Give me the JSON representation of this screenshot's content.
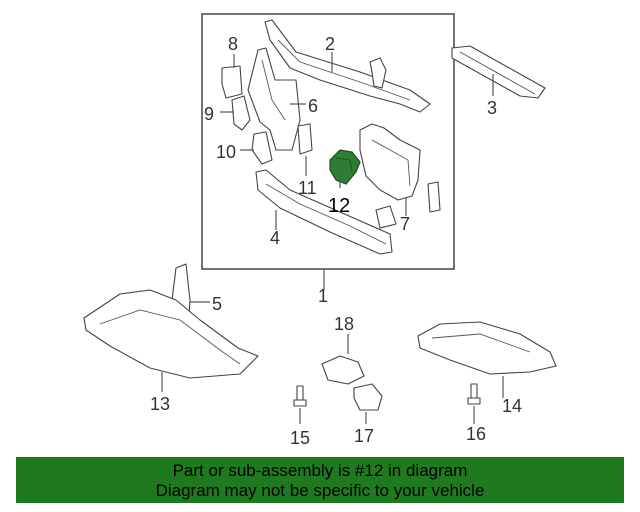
{
  "diagram": {
    "callouts": [
      "1",
      "2",
      "3",
      "4",
      "5",
      "6",
      "7",
      "8",
      "9",
      "10",
      "11",
      "12",
      "13",
      "14",
      "15",
      "16",
      "17",
      "18"
    ],
    "highlighted_callout": "12",
    "highlight_color": "#2e7d32",
    "footer_color": "#1f7a1f"
  },
  "footer": {
    "line1": "Part or sub-assembly is #12 in diagram",
    "line2": "Diagram may not be specific to your vehicle"
  }
}
